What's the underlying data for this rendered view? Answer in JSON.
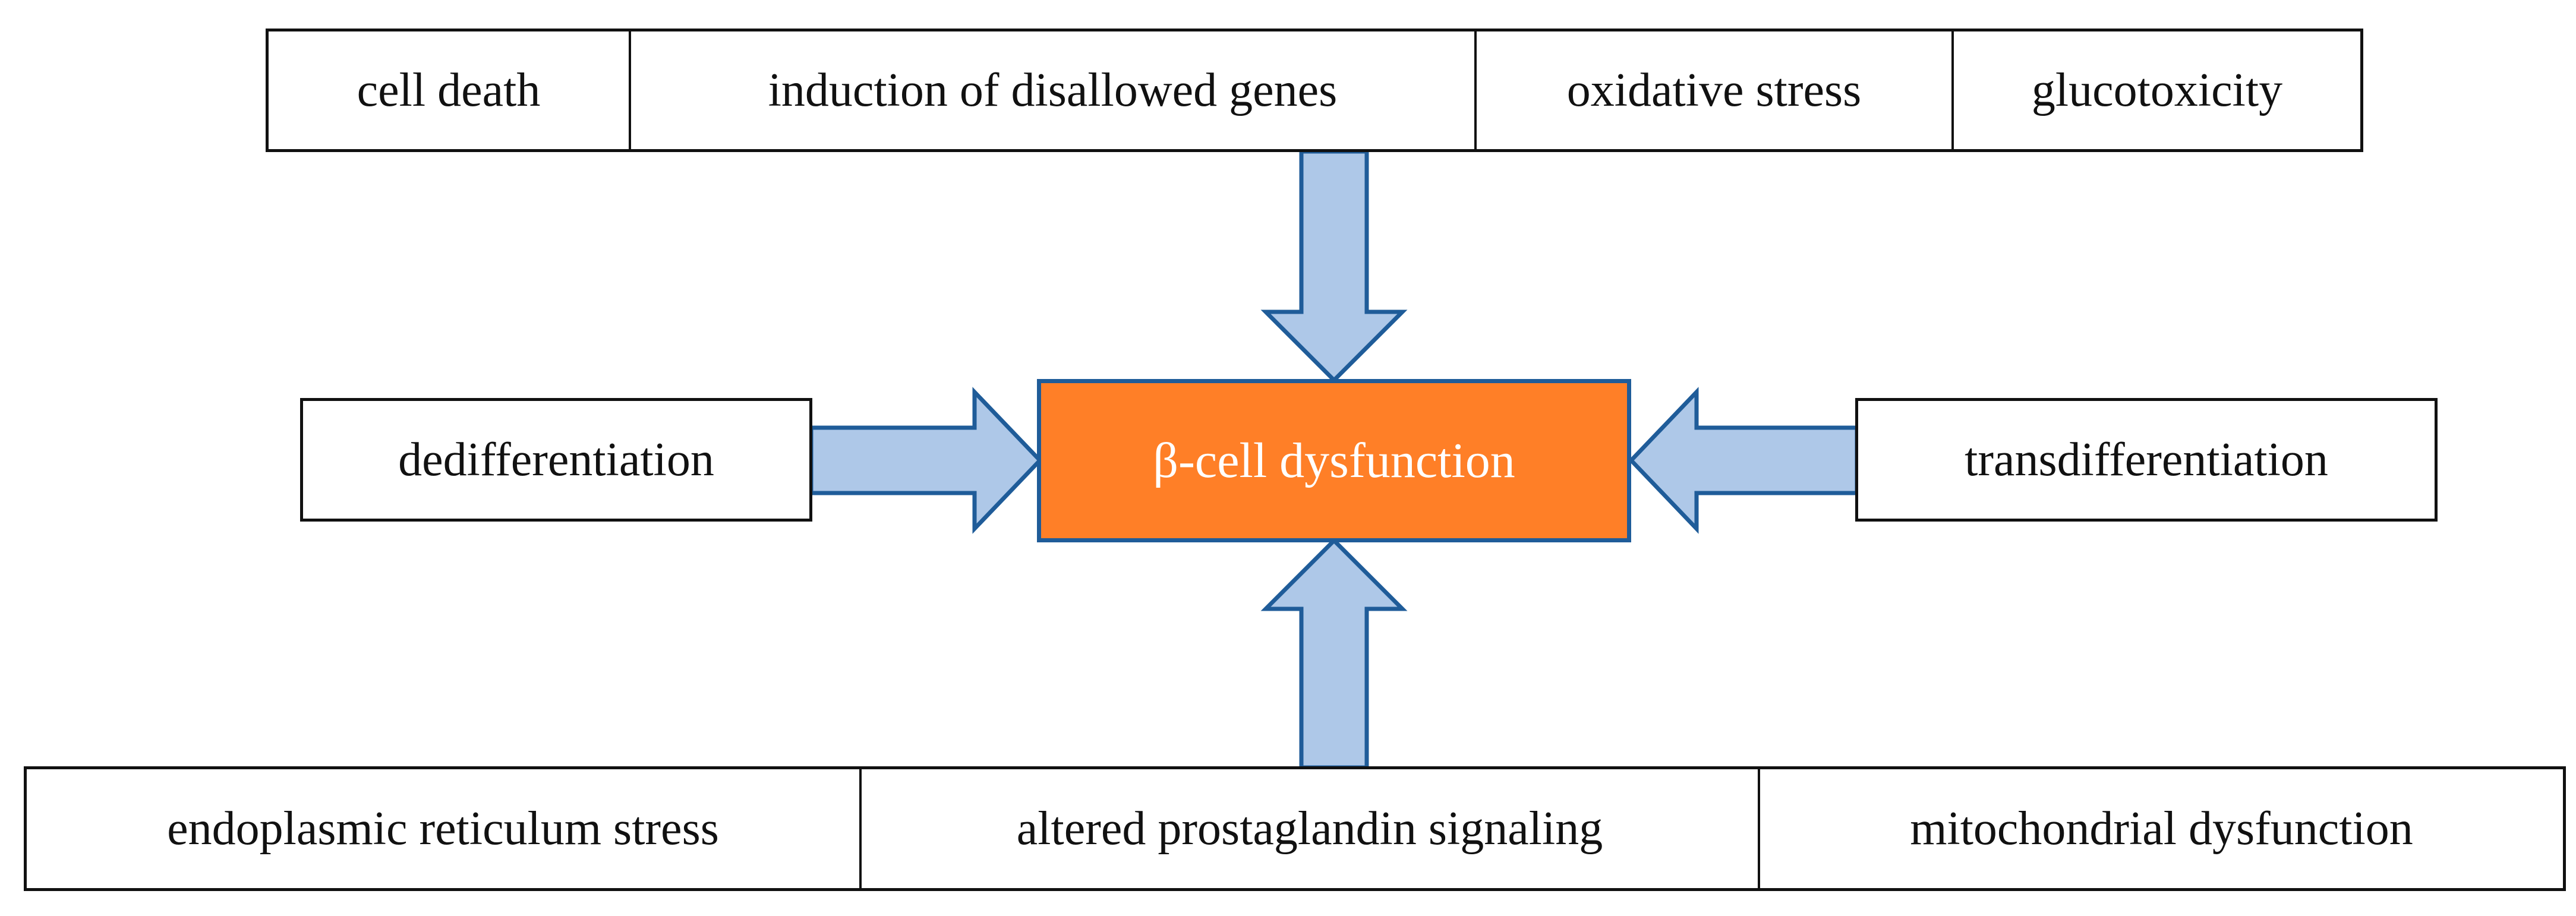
{
  "top_row": [
    "cell death",
    "induction of disallowed genes",
    "oxidative stress",
    "glucotoxicity"
  ],
  "left_box": "dedifferentiation",
  "center_box": "β-cell dysfunction",
  "right_box": "transdifferentiation",
  "bottom_row": [
    "endoplasmic reticulum stress",
    "altered prostaglandin signaling",
    "mitochondrial dysfunction"
  ],
  "colors": {
    "center_fill": "#ff7f27",
    "center_border": "#1f5c99",
    "arrow_fill": "#aec8e8",
    "arrow_stroke": "#1f5c99"
  }
}
